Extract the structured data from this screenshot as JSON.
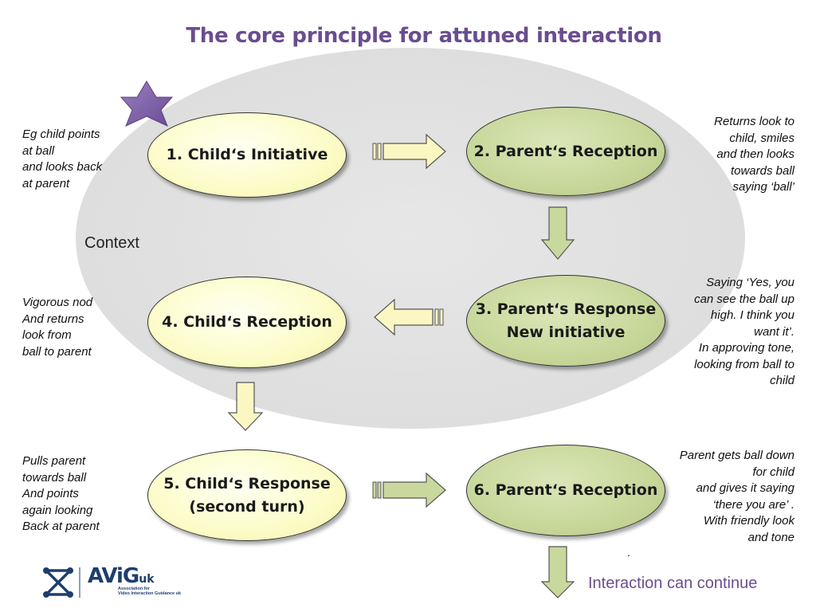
{
  "title": "The core principle for attuned interaction",
  "context_label": "Context",
  "nodes": {
    "n1": "1. Child‘s Initiative",
    "n2": "2. Parent‘s Reception",
    "n3": "3. Parent‘s Response\nNew initiative",
    "n4": "4. Child‘s Reception",
    "n5": "5. Child‘s Response\n(second turn)",
    "n6": "6. Parent‘s Reception"
  },
  "notes": {
    "n1": "Eg child points\nat ball\nand looks back\nat parent",
    "n2": "Returns look to\nchild, smiles\nand then looks\ntowards ball\nsaying ‘ball’",
    "n3": "Saying ‘Yes, you\ncan see the ball up\nhigh. I think you\nwant it’.\nIn approving tone,\nlooking from ball to\nchild",
    "n4": "Vigorous nod\nAnd returns\nlook from\nball to parent",
    "n5": "Pulls parent\ntowards ball\nAnd points\nagain looking\nBack at parent",
    "n6": "Parent gets ball down\nfor child\nand gives it saying\n‘there you are’ .\nWith friendly look\nand tone"
  },
  "continue_text": "Interaction can continue",
  "stray_dot": ".",
  "logo": {
    "name": "AViG",
    "suffix": "uk",
    "subtitle": "Association for\nVideo Interaction Guidance uk"
  },
  "colors": {
    "title": "#6a4d8f",
    "child_fill": "#fcfcc8",
    "parent_fill": "#c7d79a",
    "arrow_yellow": "#fbf7c3",
    "arrow_green": "#c9d99d",
    "star": "#7a5ca0",
    "logo": "#1d3e6e"
  },
  "icons": [
    "star-icon",
    "avig-logo-icon"
  ]
}
